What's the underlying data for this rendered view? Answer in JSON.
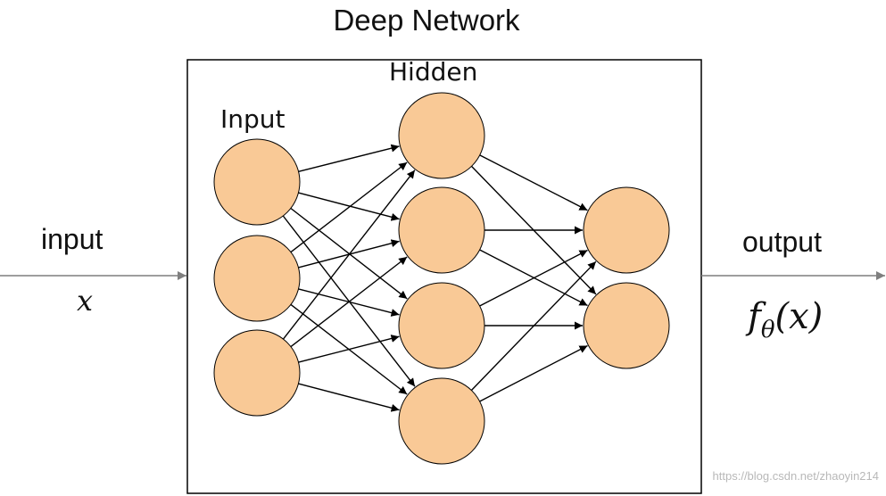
{
  "title": "Deep Network",
  "left_label": "input",
  "left_math": "x",
  "right_label": "output",
  "right_math": {
    "f": "f",
    "sub": "θ",
    "arg": "(x)"
  },
  "layers": {
    "input": {
      "label": "Input",
      "nodes": 3
    },
    "hidden": {
      "label": "Hidden",
      "nodes": 4
    },
    "output": {
      "label": "",
      "nodes": 2
    }
  },
  "watermark": "https://blog.csdn.net/zhaoyin214",
  "colors": {
    "node_fill": "#f9c996",
    "node_stroke": "#000000",
    "edge": "#000000",
    "frame": "#000000",
    "io_arrow": "#7f7f7f"
  }
}
